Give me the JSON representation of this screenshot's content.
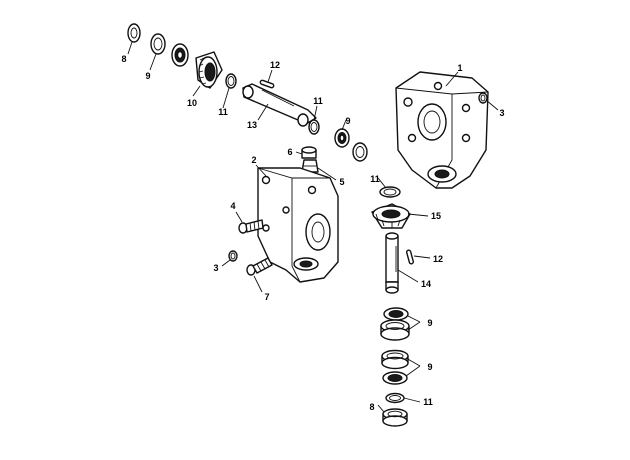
{
  "diagram": {
    "callouts": {
      "c1": "1",
      "c2": "2",
      "c3a": "3",
      "c3b": "3",
      "c4": "4",
      "c5": "5",
      "c6": "6",
      "c7": "7",
      "c8a": "8",
      "c8b": "8",
      "c9a": "9",
      "c9b": "9",
      "c9c": "9",
      "c9d": "9",
      "c10": "10",
      "c11a": "11",
      "c11b": "11",
      "c11c": "11",
      "c11d": "11",
      "c12a": "12",
      "c12b": "12",
      "c13": "13",
      "c14": "14",
      "c15": "15"
    }
  }
}
